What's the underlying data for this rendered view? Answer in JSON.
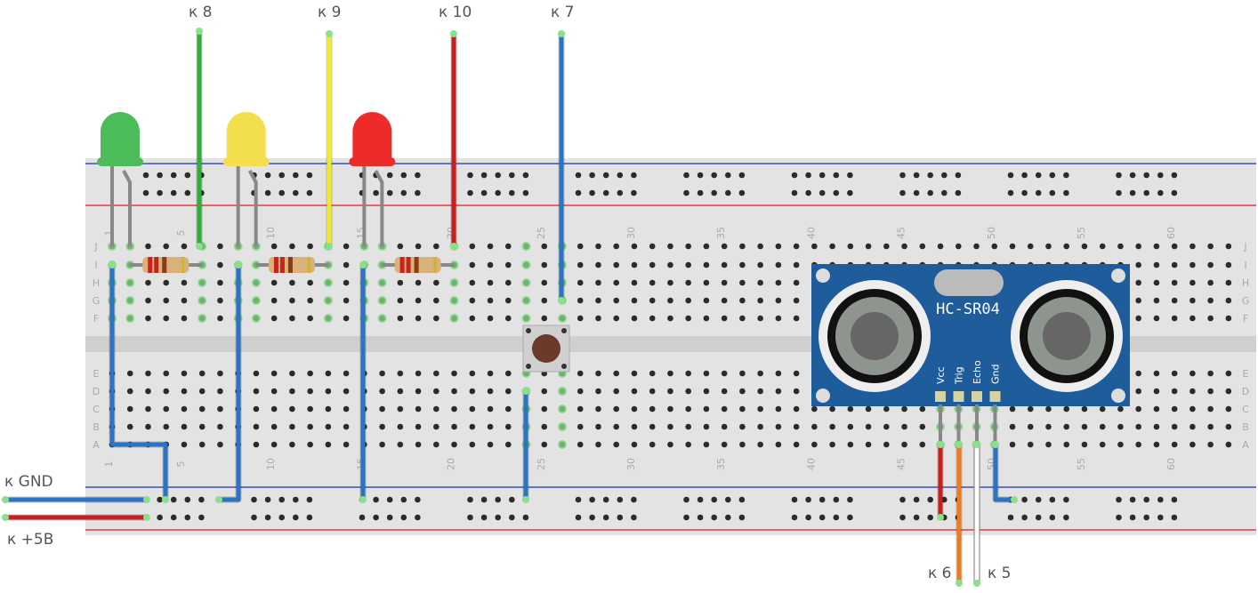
{
  "labels": {
    "k8": "к 8",
    "k9": "к 9",
    "k10": "к 10",
    "k7": "к 7",
    "gnd": "к GND",
    "vcc": "к +5В",
    "k6": "к 6",
    "k5": "к 5"
  },
  "sensor": {
    "model": "HC-SR04",
    "pins": [
      "Vcc",
      "Trig",
      "Echo",
      "Gnd"
    ]
  },
  "board": {
    "column_numbers": [
      "1",
      "5",
      "10",
      "15",
      "20",
      "25",
      "30",
      "35",
      "40",
      "45",
      "50",
      "55",
      "60"
    ],
    "rows_top": [
      "J",
      "I",
      "H",
      "G",
      "F"
    ],
    "rows_bottom": [
      "E",
      "D",
      "C",
      "B",
      "A"
    ]
  },
  "components": {
    "leds": [
      {
        "color": "green",
        "hex": "#4cbb5a"
      },
      {
        "color": "yellow",
        "hex": "#f3df4e"
      },
      {
        "color": "red",
        "hex": "#ee2b2b"
      }
    ],
    "wire_colors": {
      "green": "#2fae3a",
      "yellow": "#f0ea2a",
      "red": "#c81e1e",
      "blue": "#2b74c4",
      "orange": "#f07a1e",
      "white": "#ffffff"
    }
  }
}
